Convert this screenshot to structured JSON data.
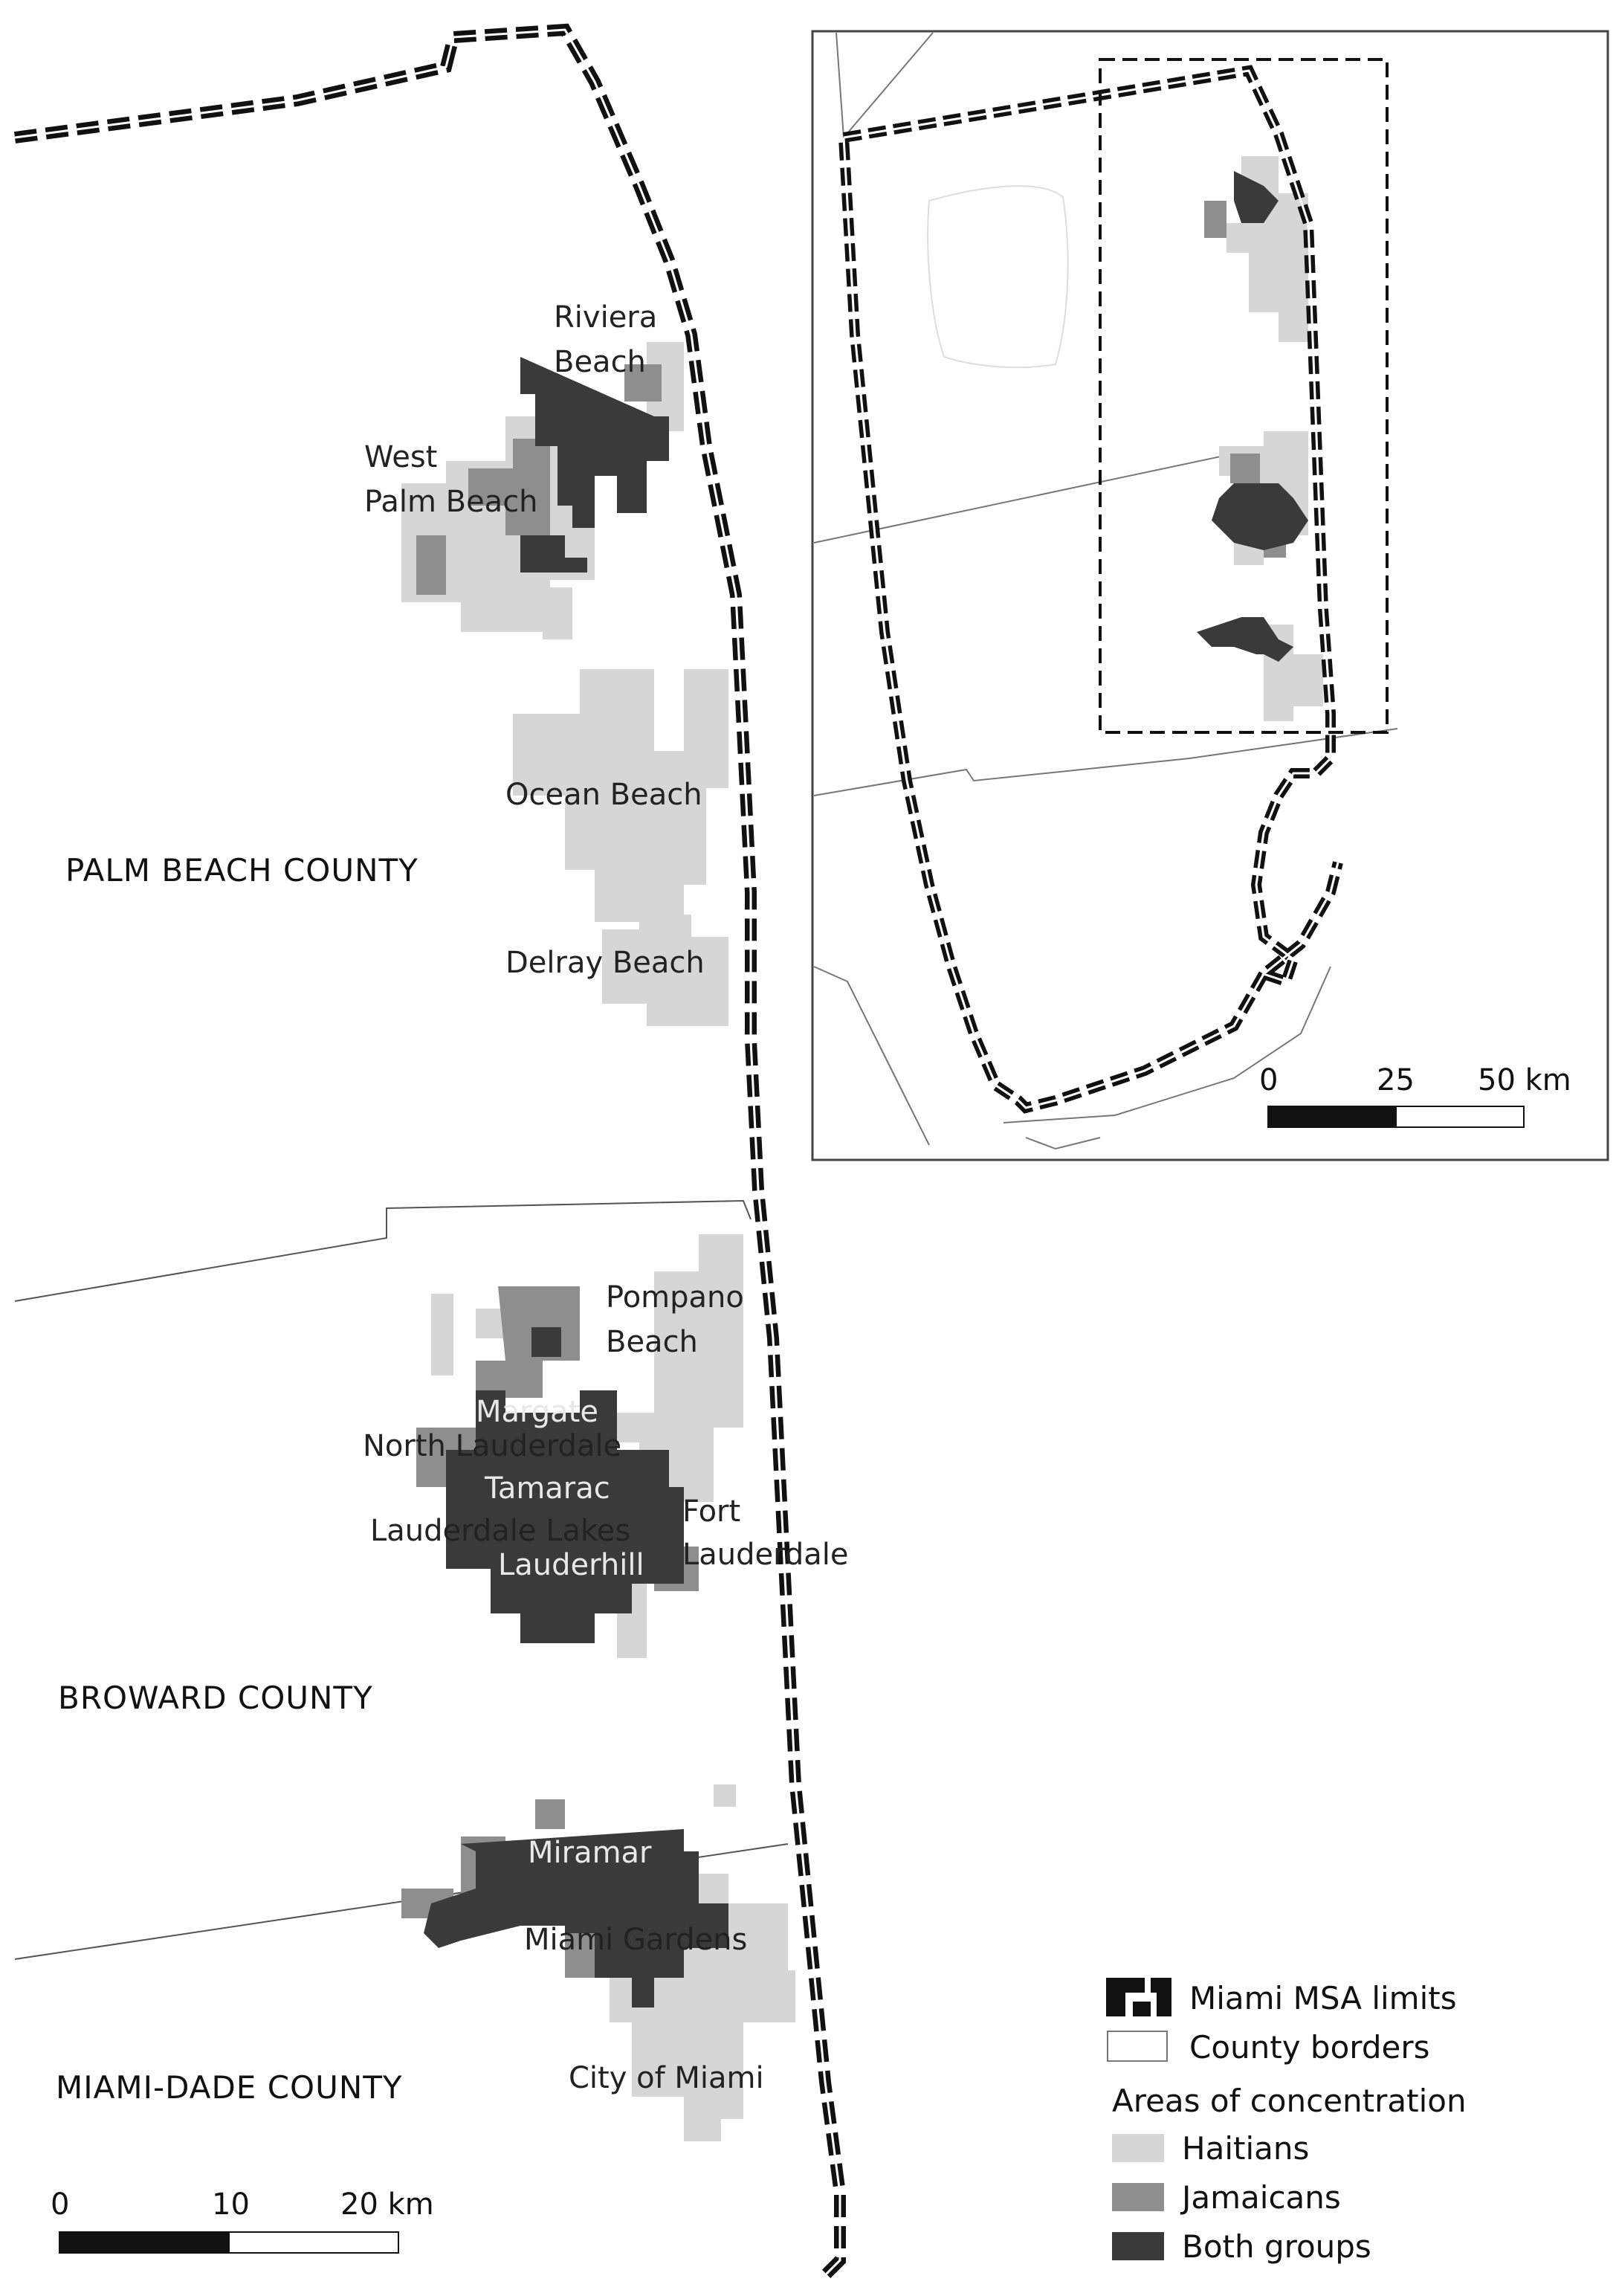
{
  "map": {
    "counties": [
      "PALM BEACH COUNTY",
      "BROWARD COUNTY",
      "MIAMI-DADE COUNTY"
    ],
    "places": {
      "riviera_beach_1": "Riviera",
      "riviera_beach_2": "Beach",
      "west_palm_1": "West",
      "west_palm_2": "Palm Beach",
      "ocean_beach": "Ocean Beach",
      "delray_beach": "Delray Beach",
      "pompano_1": "Pompano",
      "pompano_2": "Beach",
      "margate": "Margate",
      "north_lauderdale": "North Lauderdale",
      "tamarac": "Tamarac",
      "lauderdale_lakes": "Lauderdale Lakes",
      "lauderhill": "Lauderhill",
      "fort_lauderdale_1": "Fort",
      "fort_lauderdale_2": "Lauderdale",
      "miramar": "Miramar",
      "miami_gardens": "Miami Gardens",
      "city_of_miami": "City of Miami"
    },
    "main_scale": {
      "ticks": [
        "0",
        "10",
        "20 km"
      ]
    },
    "inset_scale": {
      "ticks": [
        "0",
        "25",
        "50 km"
      ]
    }
  },
  "legend": {
    "msa_limits": "Miami MSA limits",
    "county_borders": "County borders",
    "heading": "Areas of concentration",
    "haitians": "Haitians",
    "jamaicans": "Jamaicans",
    "both": "Both groups"
  },
  "colors": {
    "haitians": "#d6d6d6",
    "jamaicans": "#8e8e8e",
    "both": "#3a3a3a",
    "border": "#555555",
    "msa": "#111111"
  }
}
